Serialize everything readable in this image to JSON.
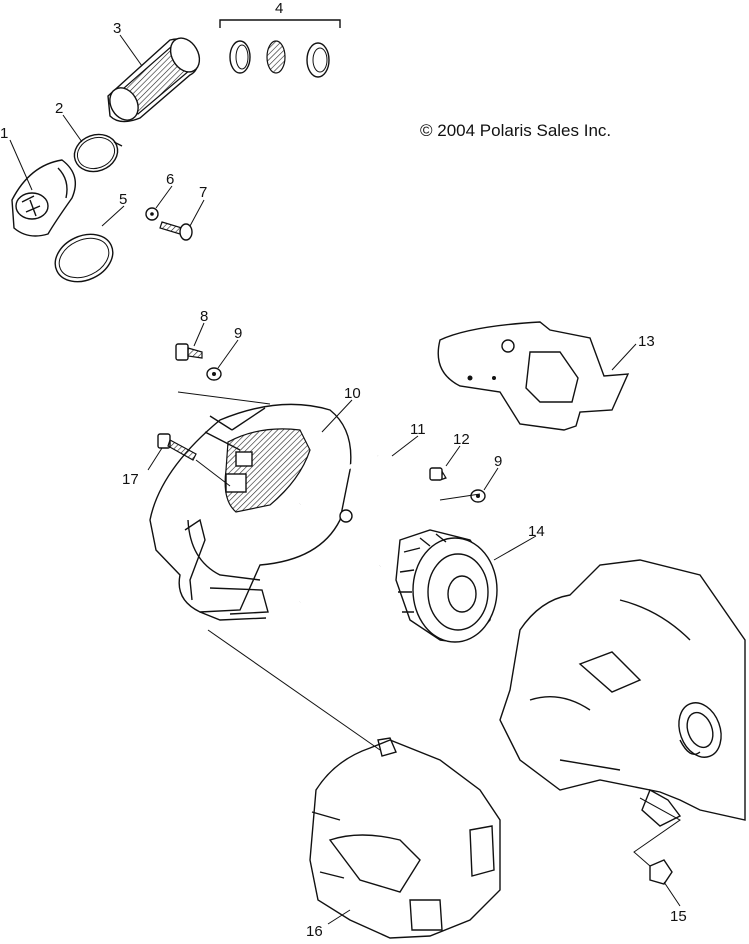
{
  "copyright": "© 2004 Polaris Sales Inc.",
  "callouts": [
    "1",
    "2",
    "3",
    "4",
    "5",
    "6",
    "7",
    "8",
    "9",
    "10",
    "11",
    "12",
    "9",
    "13",
    "14",
    "15",
    "16",
    "17"
  ]
}
